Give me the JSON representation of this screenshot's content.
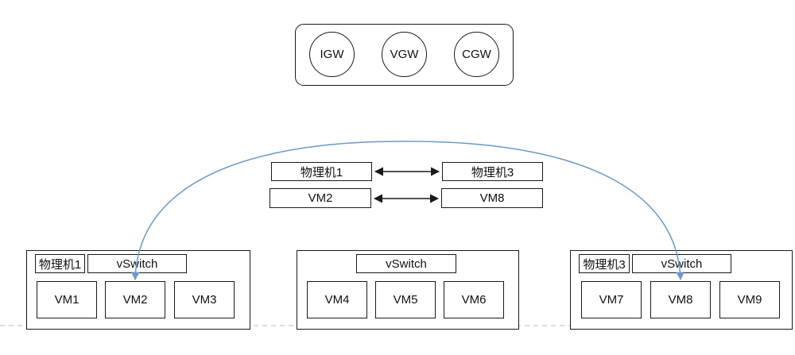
{
  "gateways": [
    "IGW",
    "VGW",
    "CGW"
  ],
  "mapping": {
    "row1": {
      "left": "物理机1",
      "right": "物理机3"
    },
    "row2": {
      "left": "VM2",
      "right": "VM8"
    }
  },
  "hosts": [
    {
      "host_label": "物理机1",
      "switch_label": "vSwitch",
      "vms": [
        "VM1",
        "VM2",
        "VM3"
      ]
    },
    {
      "host_label": "",
      "switch_label": "vSwitch",
      "vms": [
        "VM4",
        "VM5",
        "VM6"
      ]
    },
    {
      "host_label": "物理机3",
      "switch_label": "vSwitch",
      "vms": [
        "VM7",
        "VM8",
        "VM9"
      ]
    }
  ],
  "colors": {
    "connection_curve": "#6b9ac9",
    "border": "#1a1a1a",
    "dashed_line": "#b8b8b8"
  }
}
